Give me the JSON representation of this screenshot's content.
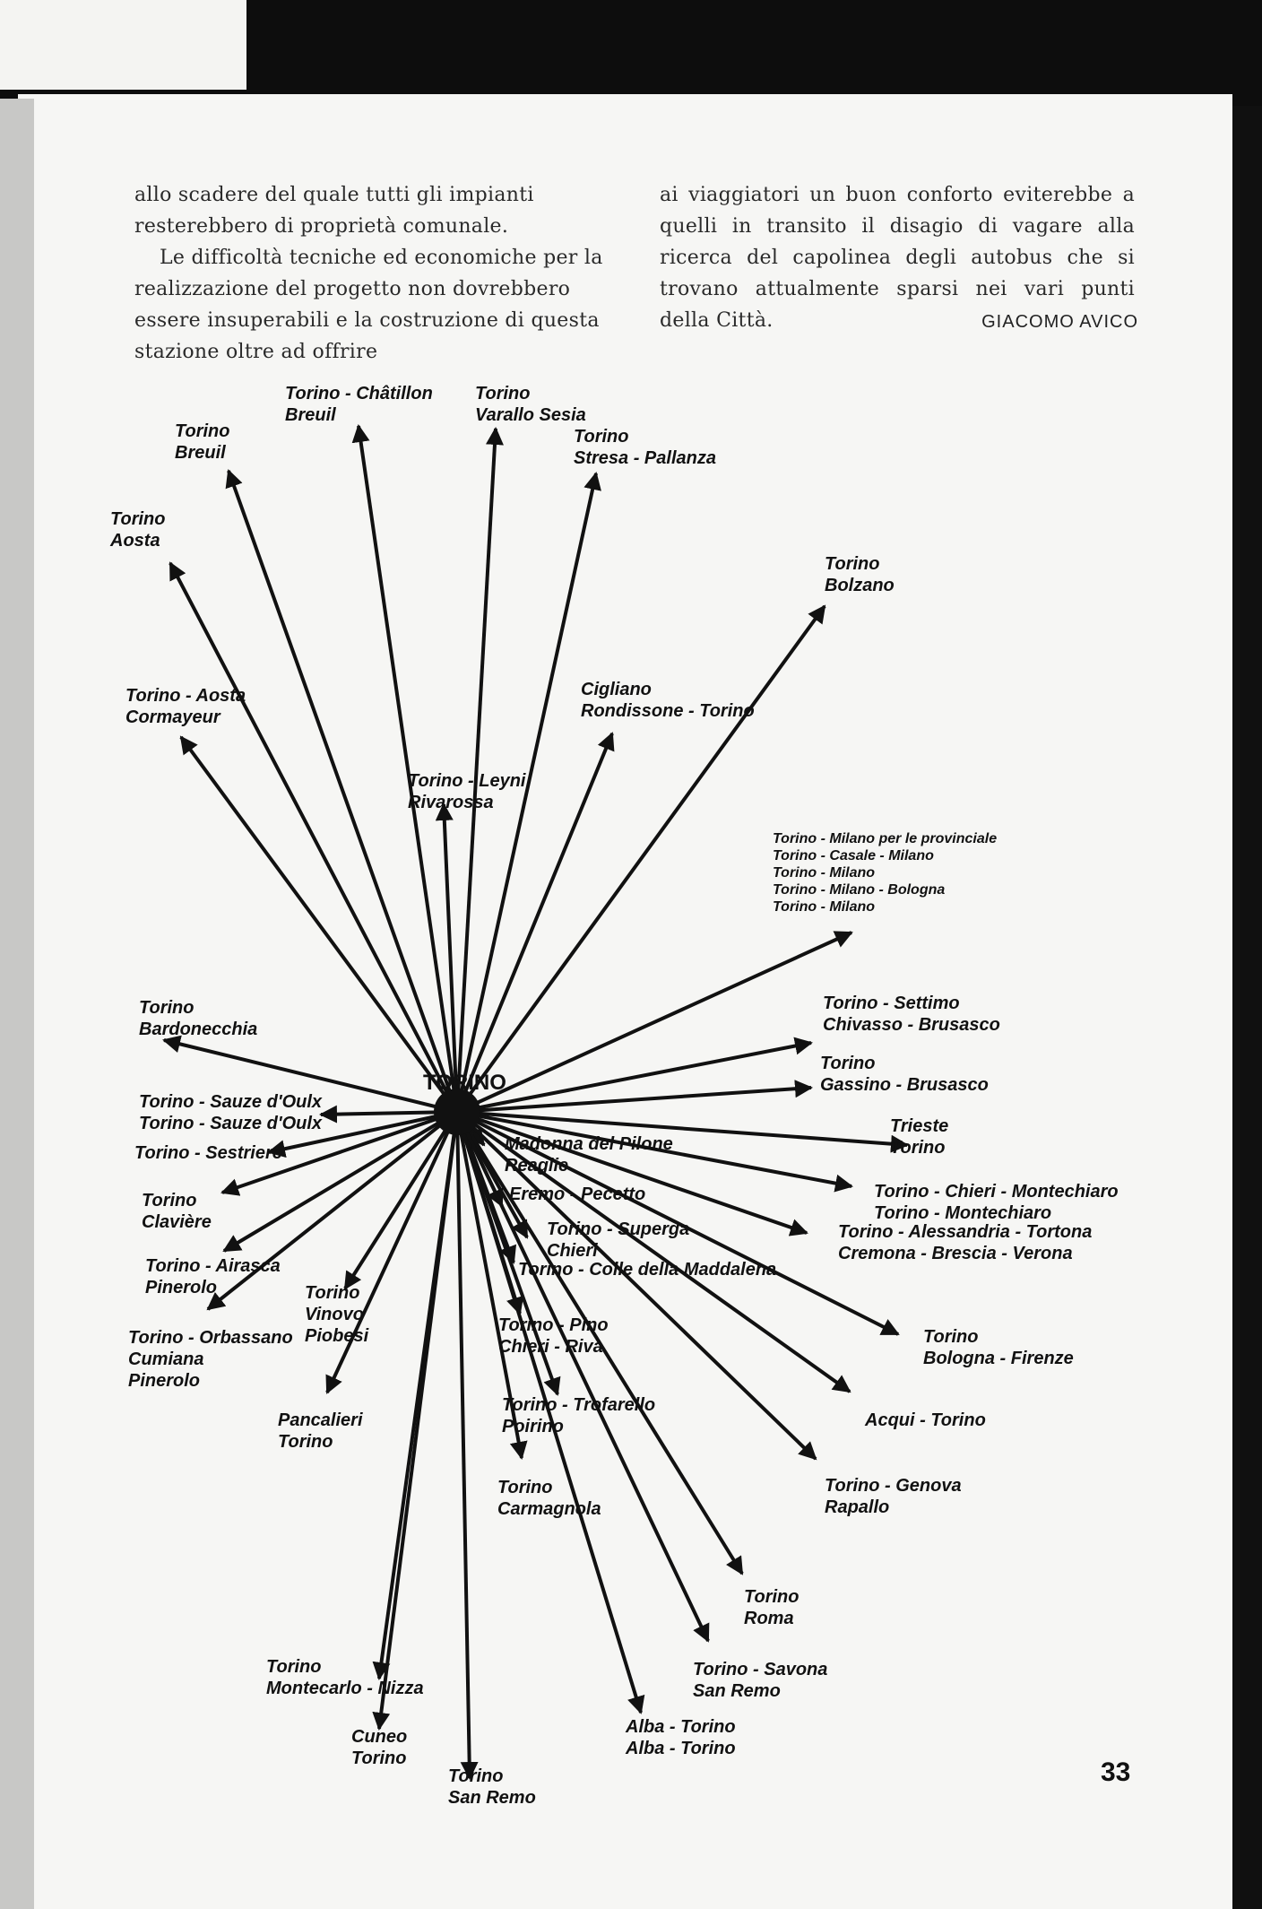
{
  "article": {
    "left_paragraphs": [
      "allo scadere del quale tutti gli impianti resterebbero di proprietà comunale.",
      "Le difficoltà tecniche ed economiche per la realizzazione del progetto non dovrebbero essere insuperabili e la costruzione di questa stazione oltre ad offrire"
    ],
    "right_paragraph": "ai viaggiatori un buon conforto eviterebbe a quelli in transito il disagio di vagare alla ricerca del capolinea degli autobus che si trovano attualmente sparsi nei vari punti della Città.",
    "author": "GIACOMO AVICO"
  },
  "diagram": {
    "hub": "TORINO",
    "routes": [
      [
        "Torino - Châtillon",
        "Breuil"
      ],
      [
        "Torino",
        "Varallo Sesia"
      ],
      [
        "Torino",
        "Stresa - Pallanza"
      ],
      [
        "Torino",
        "Breuil"
      ],
      [
        "Torino",
        "Aosta"
      ],
      [
        "Torino",
        "Bolzano"
      ],
      [
        "Torino - Aosta",
        "Cormayeur"
      ],
      [
        "Cigliano",
        "Rondissone - Torino"
      ],
      [
        "Torino - Leyni",
        "Rivarossa"
      ],
      [
        "Torino - Milano per le provinciale",
        "Torino - Casale - Milano",
        "Torino - Milano",
        "Torino - Milano - Bologna",
        "Torino - Milano"
      ],
      [
        "Torino",
        "Bardonecchia"
      ],
      [
        "Torino - Settimo",
        "Chivasso - Brusasco"
      ],
      [
        "Torino",
        "Gassino - Brusasco"
      ],
      [
        "Torino - Sauze d'Oulx",
        "Torino - Sauze d'Oulx"
      ],
      [
        "Trieste",
        "Torino"
      ],
      [
        "Torino - Sestriere"
      ],
      [
        "Madonna del Pilone",
        "Reaglie"
      ],
      [
        "Torino - Chieri - Montechiaro",
        "Torino - Montechiaro"
      ],
      [
        "Torino",
        "Clavière"
      ],
      [
        "Eremo - Pecetto"
      ],
      [
        "Torino - Alessandria - Tortona",
        "Cremona - Brescia - Verona"
      ],
      [
        "Torino - Superga",
        "Chieri"
      ],
      [
        "Torino - Airasca",
        "Pinerolo"
      ],
      [
        "Torino - Colle della Maddalena"
      ],
      [
        "Torino",
        "Vinovo",
        "Piobesi"
      ],
      [
        "Torino - Orbassano",
        "Cumiana",
        "Pinerolo"
      ],
      [
        "Torino - Pino",
        "Chieri - Riva"
      ],
      [
        "Torino",
        "Bologna - Firenze"
      ],
      [
        "Pancalieri",
        "Torino"
      ],
      [
        "Acqui - Torino"
      ],
      [
        "Torino - Trofarello",
        "Poirino"
      ],
      [
        "Torino - Genova",
        "Rapallo"
      ],
      [
        "Torino",
        "Carmagnola"
      ],
      [
        "Torino",
        "Roma"
      ],
      [
        "Torino",
        "Montecarlo - Nizza"
      ],
      [
        "Torino - Savona",
        "San Remo"
      ],
      [
        "Cuneo",
        "Torino"
      ],
      [
        "Alba - Torino",
        "Alba - Torino"
      ],
      [
        "Torino",
        "San Remo"
      ]
    ]
  },
  "page_number": "33"
}
